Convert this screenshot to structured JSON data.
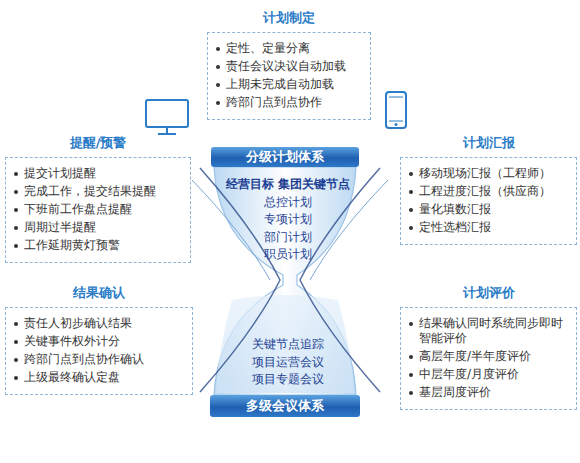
{
  "diagram": {
    "nodes": [
      {
        "text": [
          "计划制定",
          "定性、定量分离",
          "责任会议决议自动加载",
          "上期未完成自动加载",
          "跨部门点到点协作"
        ]
      },
      {
        "text": [
          "提醒/预警",
          "提交计划提醒",
          "完成工作，提交结果提醒",
          "下班前工作盘点提醒",
          "周期过半提醒",
          "工作延期黄灯预警"
        ]
      },
      {
        "text": [
          "计划汇报",
          "移动现场汇报（工程师）",
          "工程进度汇报（供应商）",
          "量化填数汇报",
          "定性选档汇报"
        ]
      },
      {
        "text": [
          "结果确认",
          "责任人初步确认结果",
          "关键事件权外计分",
          "跨部门点到点协作确认",
          "上级最终确认定盘"
        ]
      },
      {
        "text": [
          "计划评价",
          "结果确认同时系统同步即时智能评价",
          "高层年度/半年度评价",
          "中层年度/月度评价",
          "基层周度评价"
        ]
      },
      {
        "text": [
          "分级计划体系"
        ]
      },
      {
        "text": [
          "经营目标 集团关键节点",
          "总控计划",
          "专项计划",
          "部门计划",
          "职员计划"
        ]
      },
      {
        "text": [
          "关键节点追踪",
          "项目运营会议",
          "项目专题会议"
        ]
      },
      {
        "text": [
          "多级会议体系"
        ]
      }
    ]
  }
}
